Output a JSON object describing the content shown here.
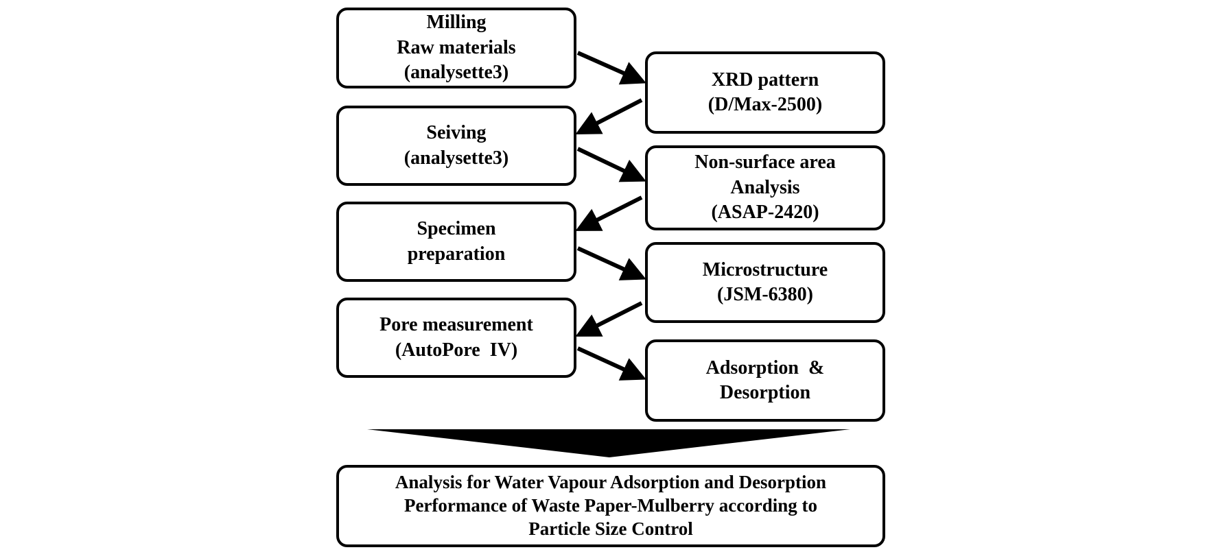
{
  "diagram": {
    "left_column": [
      {
        "id": "milling",
        "lines": [
          "Milling",
          "Raw materials",
          "(analysette3)"
        ]
      },
      {
        "id": "sieving",
        "lines": [
          "Seiving",
          "(analysette3)"
        ]
      },
      {
        "id": "specimen",
        "lines": [
          "Specimen",
          "preparation"
        ]
      },
      {
        "id": "pore",
        "lines": [
          "Pore measurement",
          "(AutoPore  IV)"
        ]
      }
    ],
    "right_column": [
      {
        "id": "xrd",
        "lines": [
          "XRD pattern",
          "(D/Max-2500)"
        ]
      },
      {
        "id": "surface",
        "lines": [
          "Non-surface area",
          "Analysis",
          "(ASAP-2420)"
        ]
      },
      {
        "id": "microstructure",
        "lines": [
          "Microstructure",
          "(JSM-6380)"
        ]
      },
      {
        "id": "adsorption",
        "lines": [
          "Adsorption  &",
          "Desorption"
        ]
      }
    ],
    "final": {
      "id": "final-analysis",
      "lines": [
        "Analysis for Water Vapour Adsorption and Desorption",
        "Performance of Waste Paper-Mulberry according to",
        "Particle Size Control"
      ]
    },
    "colors": {
      "stroke": "#000000",
      "background": "#ffffff"
    }
  }
}
